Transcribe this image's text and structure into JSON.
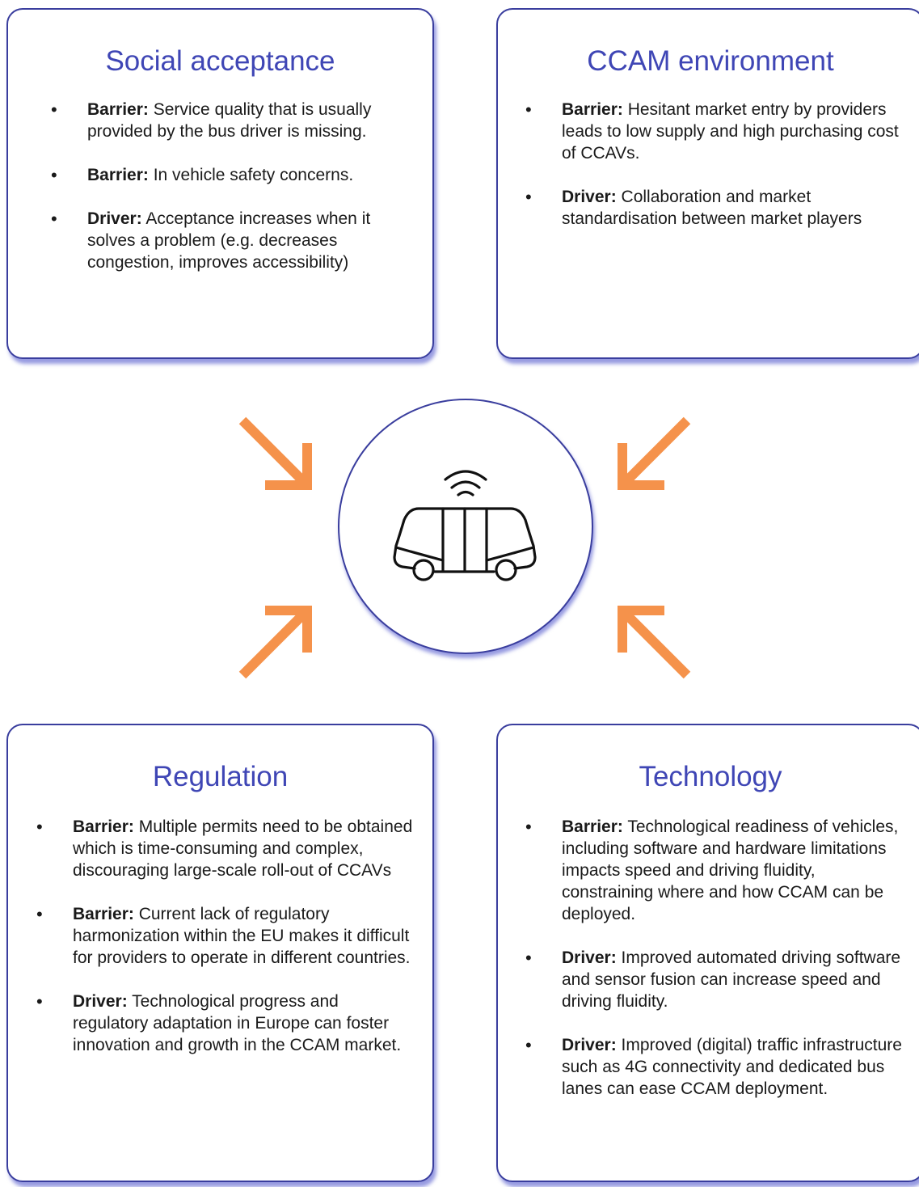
{
  "cards": {
    "social": {
      "title": "Social acceptance",
      "items": [
        {
          "kw": "Barrier:",
          "text": " Service quality that is usually provided by the bus driver is missing."
        },
        {
          "kw": "Barrier:",
          "text": " In vehicle safety concerns."
        },
        {
          "kw": "Driver:",
          "text": " Acceptance increases when it solves a problem (e.g. decreases congestion, improves accessibility)"
        }
      ]
    },
    "ccam": {
      "title": "CCAM environment",
      "items": [
        {
          "kw": "Barrier:",
          "text": " Hesitant market entry by providers leads to low supply and high purchasing cost of CCAVs."
        },
        {
          "kw": "Driver:",
          "text": " Collaboration and market standardisation between market players"
        }
      ]
    },
    "regulation": {
      "title": "Regulation",
      "items": [
        {
          "kw": "Barrier:",
          "text": " Multiple permits need to be obtained which is time-consuming and complex, discouraging large-scale roll-out of CCAVs"
        },
        {
          "kw": "Barrier:",
          "text": " Current lack of regulatory harmonization within the EU makes it difficult for providers to operate in different countries."
        },
        {
          "kw": "Driver:",
          "text": " Technological progress and regulatory adaptation in Europe can foster innovation and growth in the CCAM market."
        }
      ]
    },
    "technology": {
      "title": "Technology",
      "items": [
        {
          "kw": "Barrier:",
          "text": " Technological readiness of vehicles, including software and hardware limitations impacts speed and driving fluidity, constraining where and how CCAM can be deployed."
        },
        {
          "kw": "Driver:",
          "text": " Improved automated driving software and sensor fusion can increase speed and driving fluidity."
        },
        {
          "kw": "Driver:",
          "text": " Improved (digital) traffic infrastructure such as 4G connectivity and dedicated bus lanes can ease CCAM deployment."
        }
      ]
    }
  },
  "bullet": "•",
  "center": {
    "icon": "autonomous-bus-icon"
  },
  "colors": {
    "title": "#3f46b5",
    "border": "#3a3e9e",
    "arrow": "#f5924b"
  }
}
